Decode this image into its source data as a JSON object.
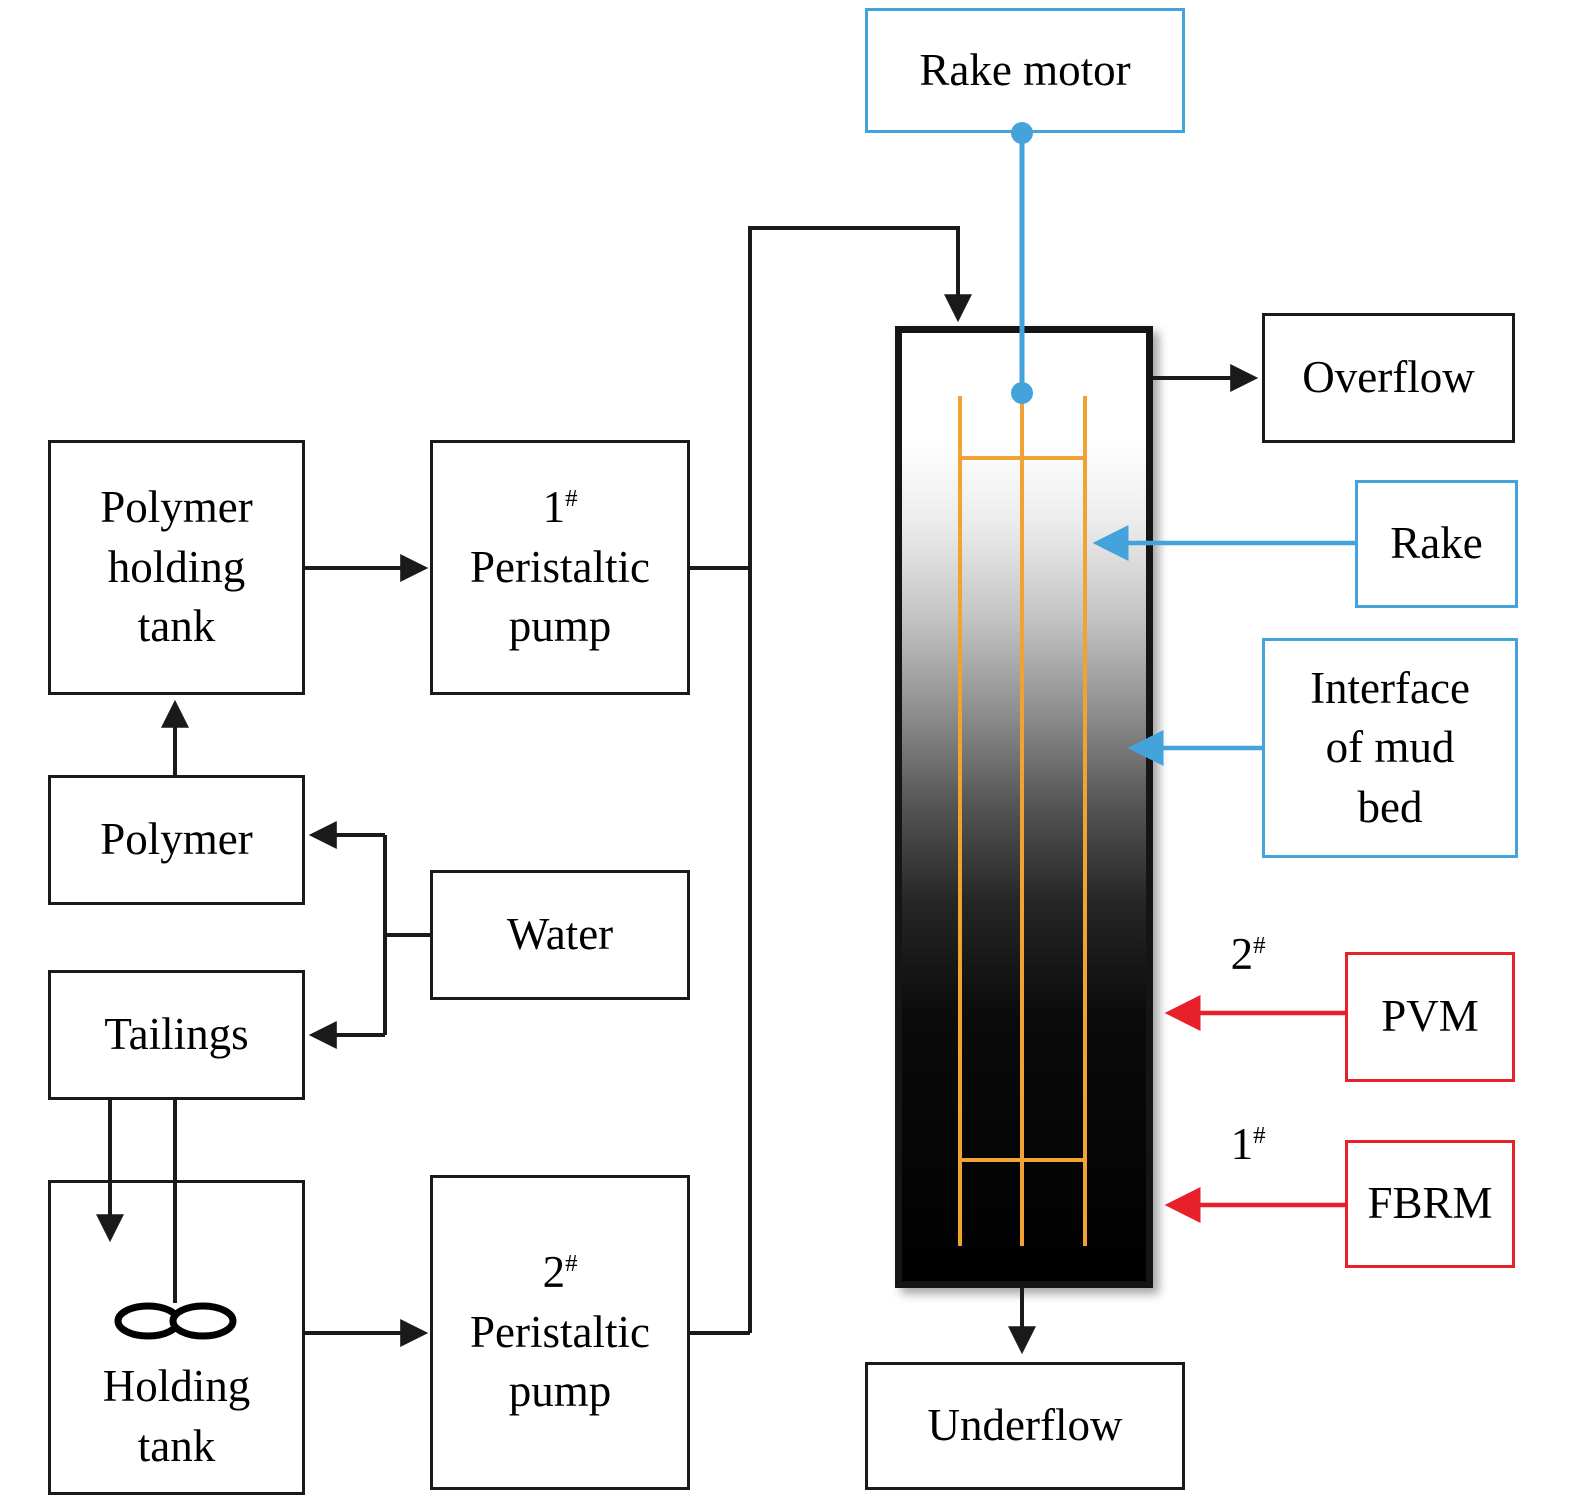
{
  "colors": {
    "line_black": "#1a1a1a",
    "accent_blue": "#45a3dc",
    "accent_red": "#e62129",
    "rake_orange": "#f0a235"
  },
  "left_column": {
    "polymer_holding_tank": {
      "line1": "Polymer",
      "line2": "holding",
      "line3": "tank"
    },
    "pump1": {
      "num": "1",
      "hash": "#",
      "line2": "Peristaltic",
      "line3": "pump"
    },
    "polymer": {
      "label": "Polymer"
    },
    "water": {
      "label": "Water"
    },
    "tailings": {
      "label": "Tailings"
    },
    "holding_tank": {
      "line1": "Holding",
      "line2": "tank"
    },
    "pump2": {
      "num": "2",
      "hash": "#",
      "line2": "Peristaltic",
      "line3": "pump"
    }
  },
  "thickener": {
    "rake_motor": {
      "label": "Rake motor"
    },
    "overflow": {
      "label": "Overflow"
    },
    "rake": {
      "label": "Rake"
    },
    "mud_bed_interface": {
      "line1": "Interface",
      "line2": "of mud",
      "line3": "bed"
    },
    "underflow": {
      "label": "Underflow"
    }
  },
  "probes": {
    "pvm": {
      "label": "PVM",
      "num": "2",
      "hash": "#"
    },
    "fbrm": {
      "label": "FBRM",
      "num": "1",
      "hash": "#"
    }
  }
}
